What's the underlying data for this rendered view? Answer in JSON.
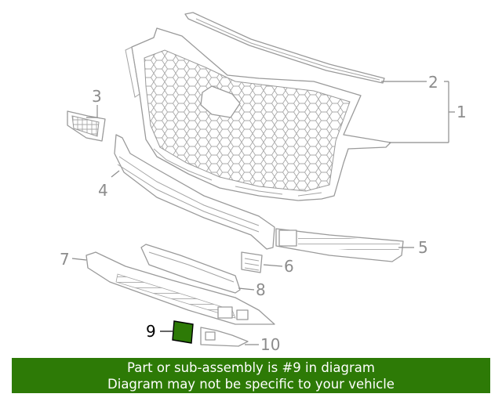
{
  "callouts": {
    "c1": "1",
    "c2": "2",
    "c3": "3",
    "c4": "4",
    "c5": "5",
    "c6": "6",
    "c7": "7",
    "c8": "8",
    "c9": "9",
    "c10": "10"
  },
  "highlight": {
    "part": "9",
    "color": "#2d7a06"
  },
  "banner": {
    "line1": "Part or sub-assembly is #9 in diagram",
    "line2": "Diagram may not be specific to your vehicle",
    "background": "#2d7a06"
  }
}
